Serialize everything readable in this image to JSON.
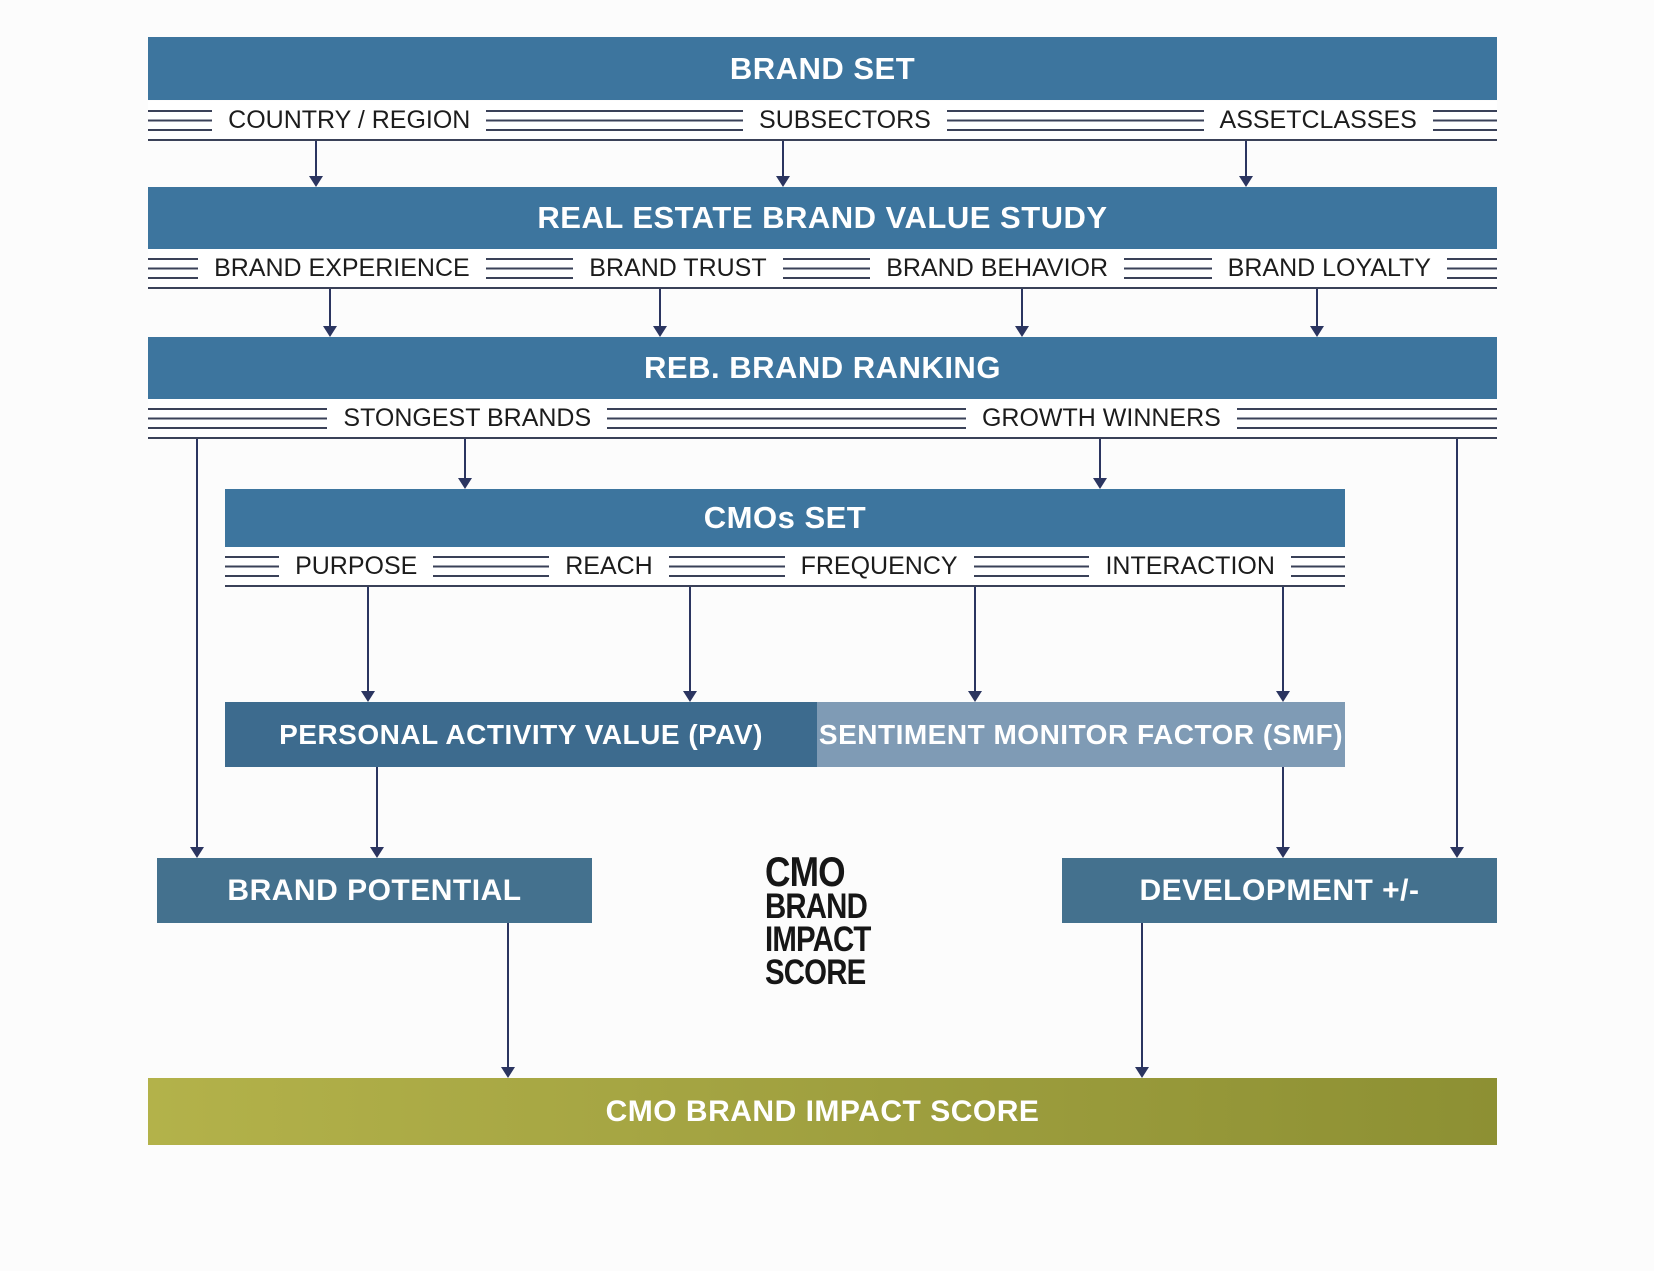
{
  "diagram": {
    "brand_set": "BRAND SET",
    "band1_labels": [
      "COUNTRY / REGION",
      "SUBSECTORS",
      "ASSETCLASSES"
    ],
    "value_study": "REAL ESTATE BRAND VALUE STUDY",
    "band2_labels": [
      "BRAND EXPERIENCE",
      "BRAND TRUST",
      "BRAND BEHAVIOR",
      "BRAND LOYALTY"
    ],
    "ranking": "REB. BRAND RANKING",
    "band3_labels": [
      "STONGEST BRANDS",
      "GROWTH WINNERS"
    ],
    "cmos_set": "CMOs SET",
    "band4_labels": [
      "PURPOSE",
      "REACH",
      "FREQUENCY",
      "INTERACTION"
    ],
    "pav": "PERSONAL ACTIVITY VALUE (PAV)",
    "smf": "SENTIMENT MONITOR FACTOR (SMF)",
    "brand_potential": "BRAND POTENTIAL",
    "development": "DEVELOPMENT +/-",
    "center_logo_lines": [
      "CMO",
      "BRAND",
      "IMPACT",
      "SCORE"
    ],
    "impact_score": "CMO BRAND IMPACT SCORE"
  },
  "colors": {
    "bar_blue": "#3d759e",
    "pav_blue": "#3d6b8e",
    "smf_blue": "#7f9bb5",
    "side_blue": "#44718e",
    "olive_left": "#b3b24a",
    "olive_right": "#8d9033",
    "connector_navy": "#2b3560",
    "band_line": "#3a4158",
    "label_text": "#1c1c1c"
  }
}
